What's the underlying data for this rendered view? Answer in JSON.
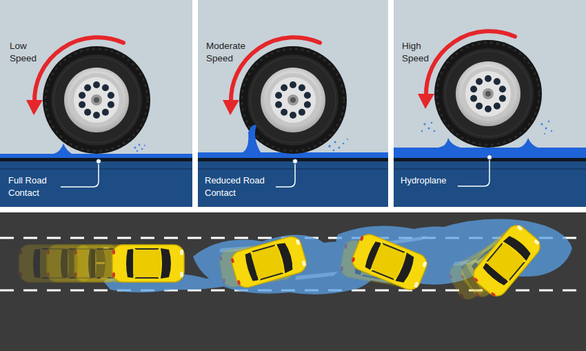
{
  "diagram": {
    "nodes": [
      {
        "text": [
          "Low Speed",
          "Full Road Contact"
        ]
      },
      {
        "text": [
          "Moderate Speed",
          "Reduced Road Contact"
        ]
      },
      {
        "text": [
          "High Speed",
          "Hydroplane"
        ]
      }
    ]
  }
}
